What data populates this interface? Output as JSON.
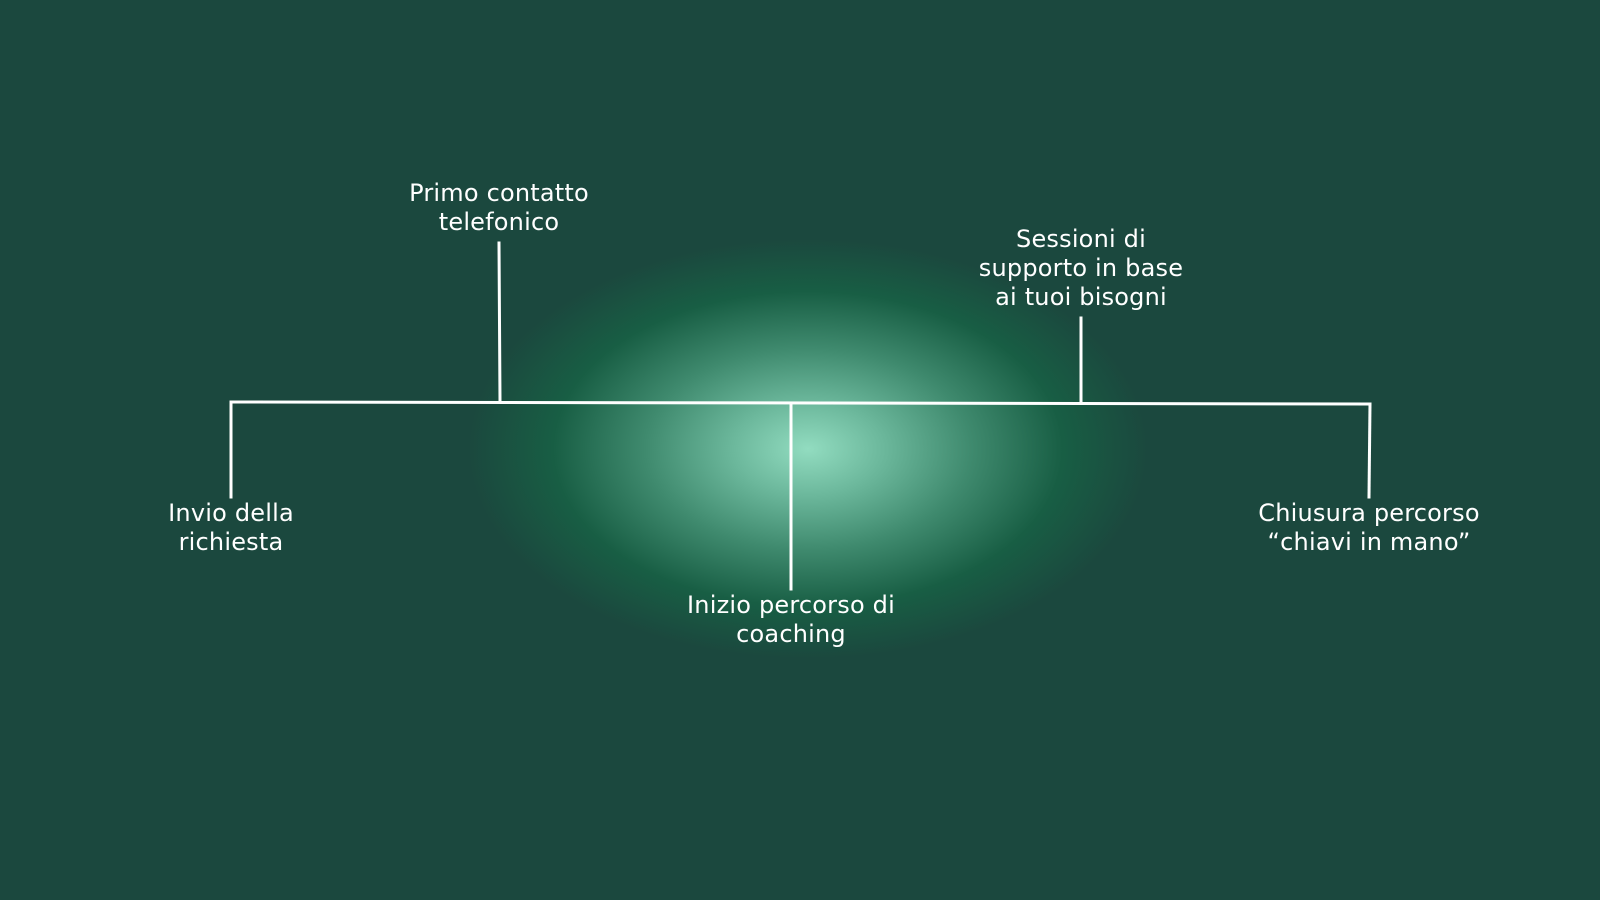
{
  "colors": {
    "background": "#1b483e",
    "glow": "#92dcc0",
    "line": "#ffffff"
  },
  "steps": [
    {
      "id": "invio",
      "lines": [
        "Invio della",
        "richiesta"
      ],
      "position": "below"
    },
    {
      "id": "primo",
      "lines": [
        "Primo contatto",
        "telefonico"
      ],
      "position": "above"
    },
    {
      "id": "inizio",
      "lines": [
        "Inizio percorso di",
        "coaching"
      ],
      "position": "below"
    },
    {
      "id": "sessioni",
      "lines": [
        "Sessioni di",
        "supporto in base",
        "ai tuoi bisogni"
      ],
      "position": "above"
    },
    {
      "id": "chiusura",
      "lines": [
        "Chiusura percorso",
        "“chiavi in mano”"
      ],
      "position": "below"
    }
  ]
}
